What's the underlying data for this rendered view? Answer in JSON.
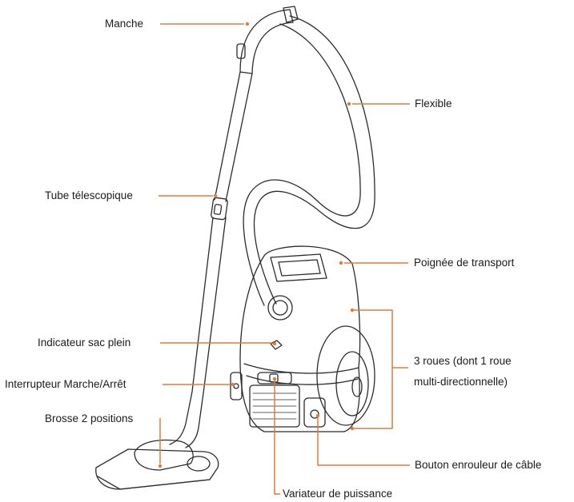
{
  "colors": {
    "leader": "#e07b3c",
    "outline": "#2b2b2b",
    "background": "#ffffff"
  },
  "labels": {
    "manche": "Manche",
    "flexible": "Flexible",
    "tube": "Tube télescopique",
    "poignee": "Poignée de transport",
    "indicateur": "Indicateur sac plein",
    "roues_line1": "3 roues (dont 1 roue",
    "roues_line2": "multi-directionnelle)",
    "interrupteur": "Interrupteur Marche/Arrêt",
    "brosse": "Brosse 2 positions",
    "bouton_enrouleur": "Bouton enrouleur de câble",
    "variateur": "Variateur de puissance"
  }
}
